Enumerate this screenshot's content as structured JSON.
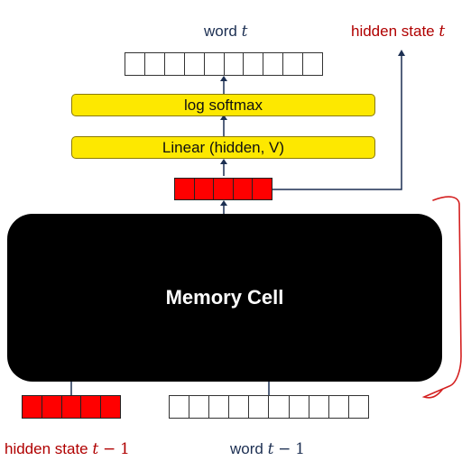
{
  "top": {
    "word": {
      "text": "word",
      "var": "t"
    },
    "hidden_state": {
      "text": "hidden state",
      "var": "t"
    }
  },
  "layers": {
    "log_softmax": "log softmax",
    "linear": "Linear (hidden, V)"
  },
  "memory_cell": "Memory Cell",
  "bottom": {
    "hidden_state": {
      "text": "hidden state",
      "var": "t",
      "op": "−",
      "num": "1"
    },
    "word": {
      "text": "word",
      "var": "t",
      "op": "−",
      "num": "1"
    }
  },
  "colors": {
    "accent_red": "#ff0000",
    "label_red": "#b00000",
    "label_navy": "#1c2f52",
    "layer_yellow": "#fde800",
    "memory_black": "#000000"
  },
  "icons": [
    "arrow-up-icon",
    "bracket-icon"
  ]
}
